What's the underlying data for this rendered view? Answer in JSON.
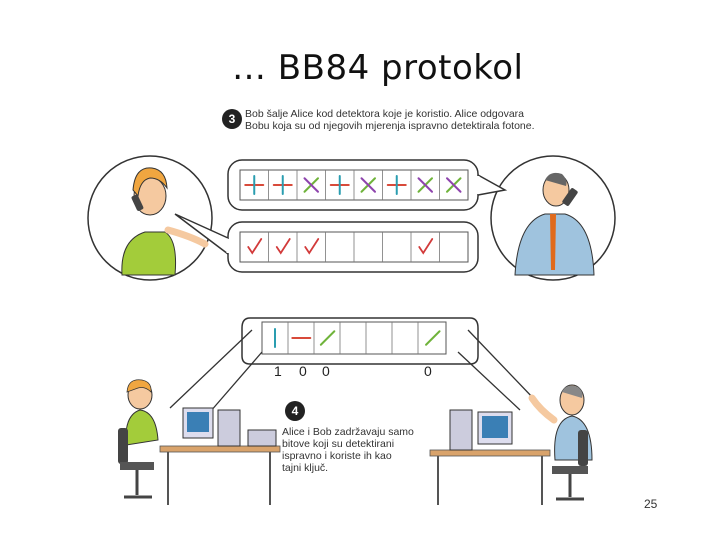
{
  "slide": {
    "title": "… BB84 protokol",
    "page_number": "25"
  },
  "step3": {
    "number": "3",
    "line1": "Bob šalje Alice kod detektora koje je koristio. Alice odgovara",
    "line2": "Bobu koja su od njegovih mjerenja ispravno detektirala fotone."
  },
  "step4": {
    "number": "4",
    "line1": "Alice i Bob zadržavaju samo",
    "line2": "bitove koji su detektirani",
    "line3": "ispravno i koriste ih kao",
    "line4": "tajni ključ."
  },
  "bases_row": [
    "rect",
    "rect",
    "diag",
    "rect",
    "diag",
    "rect",
    "diag",
    "diag"
  ],
  "checks_row": [
    true,
    true,
    true,
    false,
    false,
    false,
    true,
    false
  ],
  "kept_bits": [
    "1",
    "0",
    "0",
    "",
    "",
    "",
    "0",
    ""
  ],
  "kept_symbols": [
    "vertical",
    "horizontal",
    "diagonal-up",
    "",
    "",
    "",
    "diagonal-up",
    ""
  ],
  "colors": {
    "vertical": "#2a9db0",
    "horizontal": "#d84a3a",
    "diagonal-a": "#6fb33a",
    "diagonal-b": "#8e44ad",
    "check": "#d23a3a",
    "bubble_stroke": "#444444"
  }
}
